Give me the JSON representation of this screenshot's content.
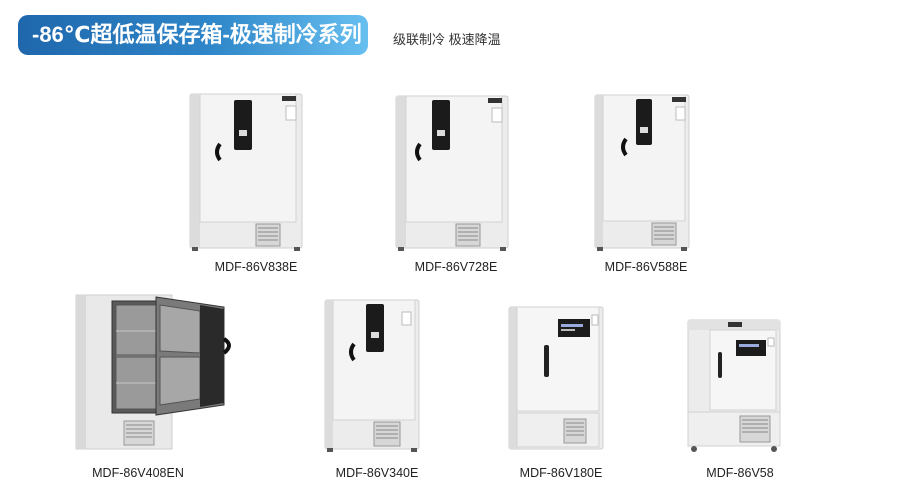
{
  "header": {
    "title": "-86℃超低温保存箱-极速制冷系列",
    "subtitle": "级联制冷 极速降温"
  },
  "colors": {
    "title_gradient_start": "#1f67ad",
    "title_gradient_end": "#67bff0",
    "cabinet_body": "#eeeeee",
    "control_panel": "#1b1b1b"
  },
  "products": [
    {
      "model": "MDF-86V838E",
      "style": "upright-large"
    },
    {
      "model": "MDF-86V728E",
      "style": "upright-large"
    },
    {
      "model": "MDF-86V588E",
      "style": "upright-large"
    },
    {
      "model": "MDF-86V408EN",
      "style": "open-door"
    },
    {
      "model": "MDF-86V340E",
      "style": "upright-medium"
    },
    {
      "model": "MDF-86V180E",
      "style": "upright-small"
    },
    {
      "model": "MDF-86V58",
      "style": "compact"
    }
  ]
}
